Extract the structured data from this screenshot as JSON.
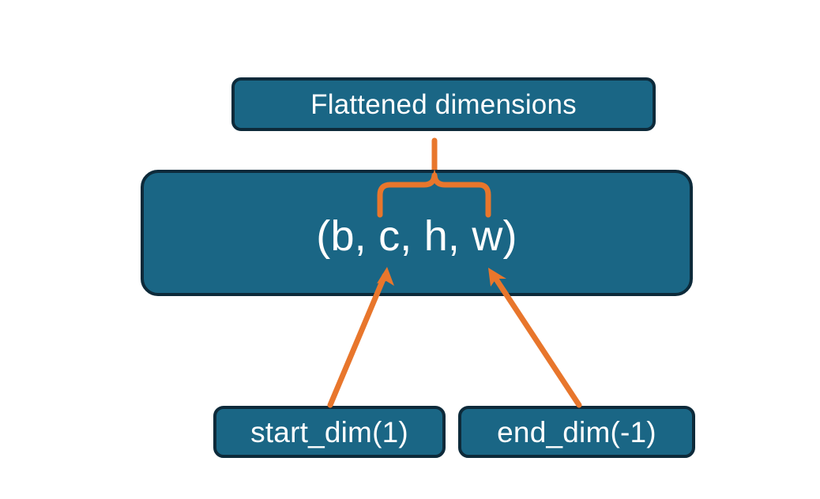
{
  "diagram": {
    "title": "flatten-dimensions-diagram",
    "background_color": "#ffffff",
    "palette": {
      "node_fill": "#1a6685",
      "node_border": "#0d2a3a",
      "node_text": "#ffffff",
      "connector_orange": "#e8762c"
    },
    "nodes": {
      "flattened": {
        "label": "Flattened dimensions"
      },
      "shape": {
        "label": "(b, c, h, w)"
      },
      "start_dim": {
        "label": "start_dim(1)"
      },
      "end_dim": {
        "label": "end_dim(-1)"
      }
    },
    "connectors": [
      {
        "name": "brace-over-flattened-dims",
        "type": "curly-brace",
        "color": "#e8762c",
        "from": "shape",
        "to": "flattened",
        "spans_label_part": "c, h, w"
      },
      {
        "name": "arrow-start-dim-to-shape",
        "type": "arrow",
        "color": "#e8762c",
        "from": "start_dim",
        "to": "shape"
      },
      {
        "name": "arrow-end-dim-to-shape",
        "type": "arrow",
        "color": "#e8762c",
        "from": "end_dim",
        "to": "shape"
      }
    ]
  }
}
